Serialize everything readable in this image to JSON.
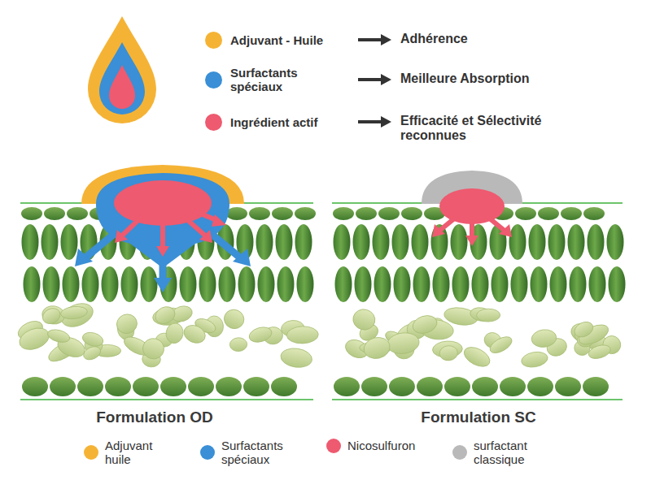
{
  "diagram": {
    "labels": [
      "Adhérence",
      "Meilleure Absorption",
      "Efficacité et Sélectivité reconnues",
      "Formulation OD",
      "Formulation SC"
    ],
    "legend": [
      {
        "text": "Adjuvant - Huile",
        "color": "#f5b335"
      },
      {
        "text": "Surfactants spéciaux",
        "color": "#3a8fd6"
      },
      {
        "text": "Ingrédient actif",
        "color": "#ee5a6f"
      },
      {
        "text": "Adjuvant huile",
        "color": "#f5b335"
      },
      {
        "text": "Surfactants spéciaux",
        "color": "#3a8fd6"
      },
      {
        "text": "Nicosulfuron",
        "color": "#ee5a6f"
      },
      {
        "text": "surfactant classique",
        "color": "#b9b9b9"
      }
    ]
  }
}
